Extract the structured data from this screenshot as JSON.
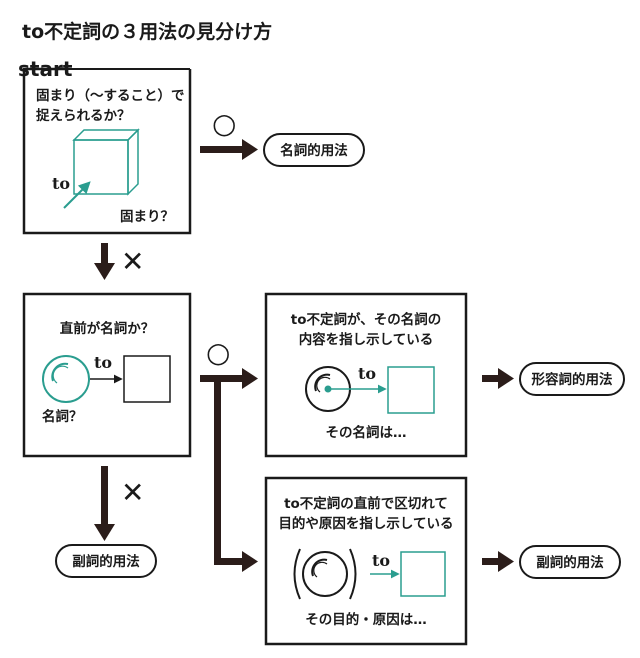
{
  "title": "to不定詞の３用法の見分け方",
  "start_label": "start",
  "colors": {
    "ink": "#1a1a1a",
    "teal": "#2a9d8f",
    "arrow": "#2b1d1a"
  },
  "yes_mark": "○",
  "no_mark": "✕",
  "box1": {
    "question_line1": "固まり（〜すること）で",
    "question_line2": "捉えられるか？",
    "to_label": "to",
    "caption": "固まり？"
  },
  "result_noun": "名詞的用法",
  "box2": {
    "question": "直前が名詞か？",
    "to_label": "to",
    "caption": "名詞？"
  },
  "result_adverb_left": "副詞的用法",
  "box3": {
    "line1": "to不定詞が、その名詞の",
    "line2": "内容を指し示している",
    "to_label": "to",
    "caption": "その名詞は…"
  },
  "result_adjective": "形容詞的用法",
  "box4": {
    "line1": "to不定詞の直前で区切れて",
    "line2": "目的や原因を指し示している",
    "to_label": "to",
    "caption": "その目的・原因は…"
  },
  "result_adverb_right": "副詞的用法"
}
